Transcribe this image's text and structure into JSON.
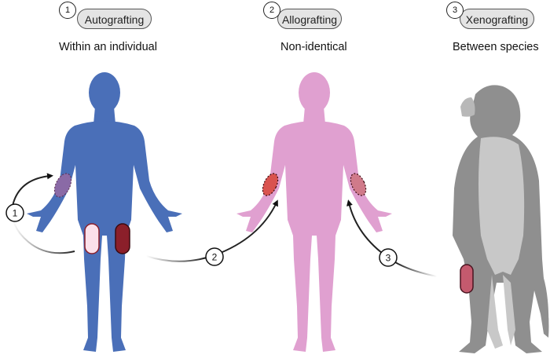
{
  "panels": [
    {
      "step": "1",
      "title": "Autografting",
      "subtitle": "Within an individual",
      "figure": "human",
      "color": "#4a6fb8"
    },
    {
      "step": "2",
      "title": "Allografting",
      "subtitle": "Non-identical",
      "figure": "human",
      "color": "#e0a0d0"
    },
    {
      "step": "3",
      "title": "Xenografting",
      "subtitle": "Between species",
      "figure": "macaque",
      "color": "#9a9a9a"
    }
  ],
  "arrows": [
    {
      "step": "1",
      "from": "donor-thigh",
      "to": "left-forearm (same individual)"
    },
    {
      "step": "2",
      "from": "blue individual thigh",
      "to": "pink individual right forearm"
    },
    {
      "step": "3",
      "from": "macaque thigh",
      "to": "pink individual left forearm"
    }
  ],
  "graft_colors": {
    "donor_site_light": "#fbe0ea",
    "donor_site_dark": "#8b1f2a",
    "recipient_patch": "#d9534f",
    "macaque_patch": "#c45a6e"
  }
}
